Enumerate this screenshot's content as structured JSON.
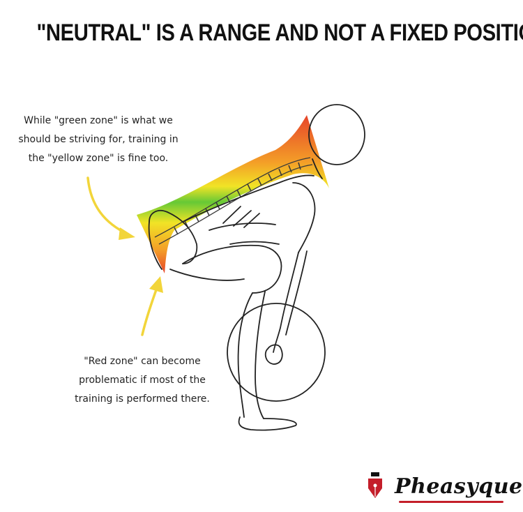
{
  "title": "\"NEUTRAL\" IS A RANGE AND NOT A FIXED POSITION",
  "annotations": {
    "green_zone_note": "While \"green zone\" is what we\nshould be striving for, training in\nthe \"yellow zone\" is fine too.",
    "red_zone_note": "\"Red zone\" can become\nproblematic if most of the\ntraining is performed there."
  },
  "brand": {
    "name": "Pheasyque",
    "logo_icon": "pen-nib-icon"
  },
  "colors": {
    "green_zone": "#5ec62b",
    "yellow_zone": "#f0e21a",
    "red_zone": "#e53a1f",
    "arrow": "#f2d53a",
    "brand_accent": "#c41e2a"
  }
}
